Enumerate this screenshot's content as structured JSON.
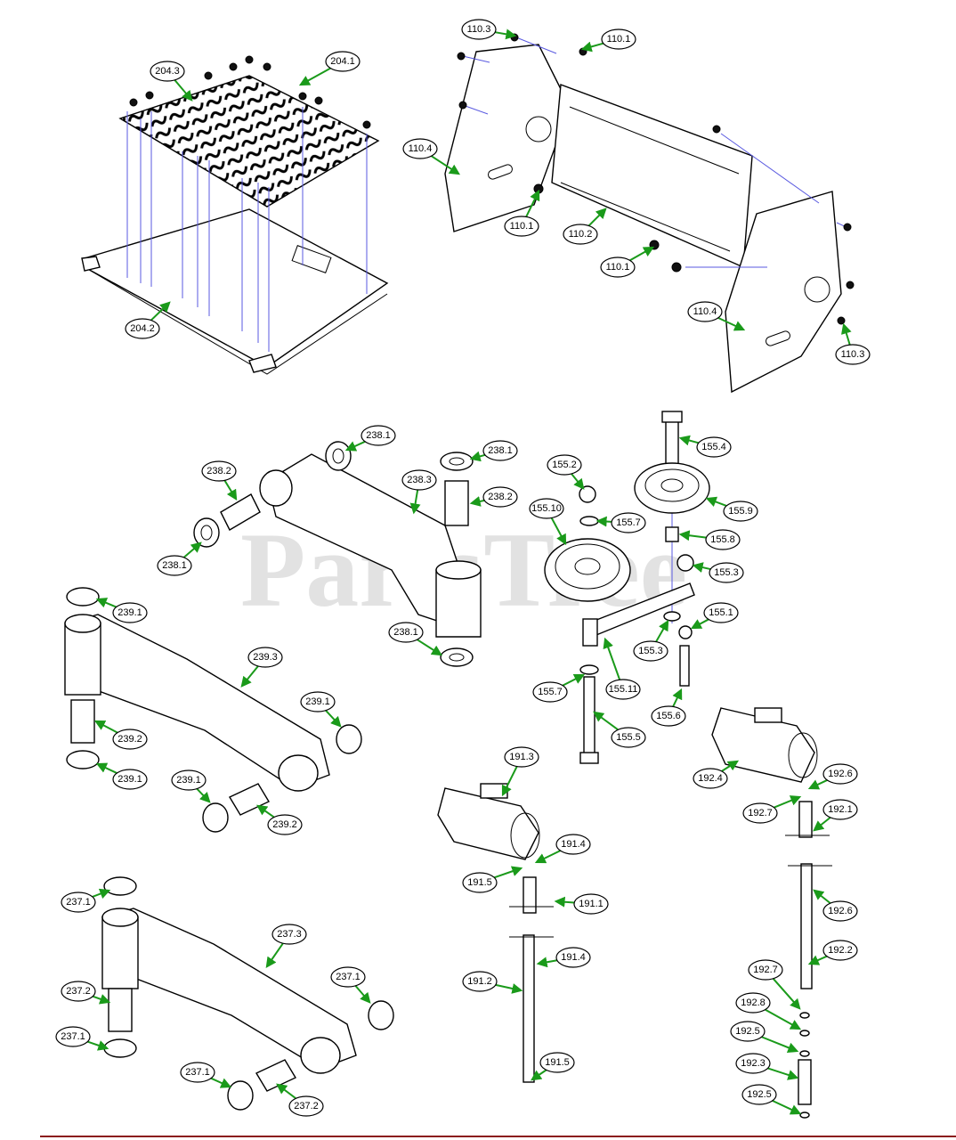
{
  "watermark": {
    "text": "PartsTree",
    "tm": "™"
  },
  "colors": {
    "leader": "#1a9a1a",
    "guide": "#5a5ae0",
    "rule": "#8b1a1a"
  },
  "callouts": [
    {
      "id": "c-204-3",
      "label": "204.3"
    },
    {
      "id": "c-204-1",
      "label": "204.1"
    },
    {
      "id": "c-204-2",
      "label": "204.2"
    },
    {
      "id": "c-110-3a",
      "label": "110.3"
    },
    {
      "id": "c-110-1a",
      "label": "110.1"
    },
    {
      "id": "c-110-4a",
      "label": "110.4"
    },
    {
      "id": "c-110-1b",
      "label": "110.1"
    },
    {
      "id": "c-110-2",
      "label": "110.2"
    },
    {
      "id": "c-110-1c",
      "label": "110.1"
    },
    {
      "id": "c-110-4b",
      "label": "110.4"
    },
    {
      "id": "c-110-3b",
      "label": "110.3"
    },
    {
      "id": "c-238-1a",
      "label": "238.1"
    },
    {
      "id": "c-238-2a",
      "label": "238.2"
    },
    {
      "id": "c-238-3",
      "label": "238.3"
    },
    {
      "id": "c-238-1b",
      "label": "238.1"
    },
    {
      "id": "c-238-2b",
      "label": "238.2"
    },
    {
      "id": "c-238-1c",
      "label": "238.1"
    },
    {
      "id": "c-238-1d",
      "label": "238.1"
    },
    {
      "id": "c-155-4",
      "label": "155.4"
    },
    {
      "id": "c-155-2",
      "label": "155.2"
    },
    {
      "id": "c-155-9",
      "label": "155.9"
    },
    {
      "id": "c-155-10",
      "label": "155.10"
    },
    {
      "id": "c-155-7a",
      "label": "155.7"
    },
    {
      "id": "c-155-8",
      "label": "155.8"
    },
    {
      "id": "c-155-3a",
      "label": "155.3"
    },
    {
      "id": "c-155-1",
      "label": "155.1"
    },
    {
      "id": "c-155-3b",
      "label": "155.3"
    },
    {
      "id": "c-155-7b",
      "label": "155.7"
    },
    {
      "id": "c-155-11",
      "label": "155.11"
    },
    {
      "id": "c-155-6",
      "label": "155.6"
    },
    {
      "id": "c-155-5",
      "label": "155.5"
    },
    {
      "id": "c-239-1a",
      "label": "239.1"
    },
    {
      "id": "c-239-3",
      "label": "239.3"
    },
    {
      "id": "c-239-1b",
      "label": "239.1"
    },
    {
      "id": "c-239-2a",
      "label": "239.2"
    },
    {
      "id": "c-239-1c",
      "label": "239.1"
    },
    {
      "id": "c-239-1d",
      "label": "239.1"
    },
    {
      "id": "c-239-2b",
      "label": "239.2"
    },
    {
      "id": "c-191-3",
      "label": "191.3"
    },
    {
      "id": "c-191-4a",
      "label": "191.4"
    },
    {
      "id": "c-191-5a",
      "label": "191.5"
    },
    {
      "id": "c-191-1",
      "label": "191.1"
    },
    {
      "id": "c-191-4b",
      "label": "191.4"
    },
    {
      "id": "c-191-2",
      "label": "191.2"
    },
    {
      "id": "c-191-5b",
      "label": "191.5"
    },
    {
      "id": "c-192-4",
      "label": "192.4"
    },
    {
      "id": "c-192-6a",
      "label": "192.6"
    },
    {
      "id": "c-192-7a",
      "label": "192.7"
    },
    {
      "id": "c-192-1",
      "label": "192.1"
    },
    {
      "id": "c-192-6b",
      "label": "192.6"
    },
    {
      "id": "c-192-2",
      "label": "192.2"
    },
    {
      "id": "c-192-7b",
      "label": "192.7"
    },
    {
      "id": "c-192-8",
      "label": "192.8"
    },
    {
      "id": "c-192-5a",
      "label": "192.5"
    },
    {
      "id": "c-192-3",
      "label": "192.3"
    },
    {
      "id": "c-192-5b",
      "label": "192.5"
    },
    {
      "id": "c-237-1a",
      "label": "237.1"
    },
    {
      "id": "c-237-3",
      "label": "237.3"
    },
    {
      "id": "c-237-1b",
      "label": "237.1"
    },
    {
      "id": "c-237-2a",
      "label": "237.2"
    },
    {
      "id": "c-237-1c",
      "label": "237.1"
    },
    {
      "id": "c-237-1d",
      "label": "237.1"
    },
    {
      "id": "c-237-2b",
      "label": "237.2"
    }
  ]
}
